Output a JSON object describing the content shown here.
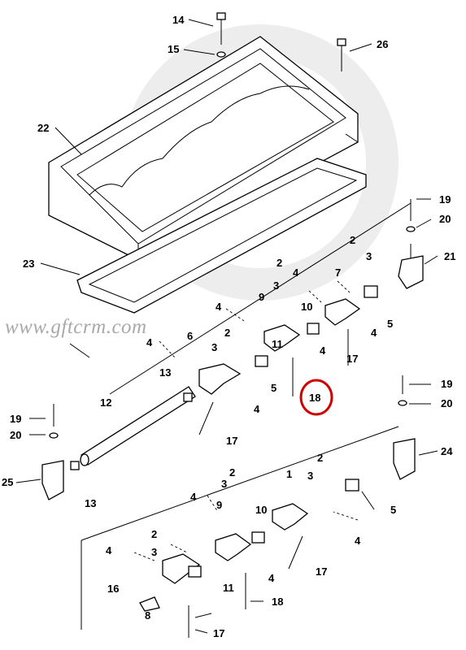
{
  "watermark": "www.gftcrm.com",
  "highlight_color": "#cc0000",
  "callouts": [
    {
      "id": "c14",
      "label": "14"
    },
    {
      "id": "c15",
      "label": "15"
    },
    {
      "id": "c26",
      "label": "26"
    },
    {
      "id": "c22",
      "label": "22"
    },
    {
      "id": "c19a",
      "label": "19"
    },
    {
      "id": "c20a",
      "label": "20"
    },
    {
      "id": "c21",
      "label": "21"
    },
    {
      "id": "c23",
      "label": "23"
    },
    {
      "id": "c2a",
      "label": "2"
    },
    {
      "id": "c3a",
      "label": "3"
    },
    {
      "id": "c7",
      "label": "7"
    },
    {
      "id": "c2b",
      "label": "2"
    },
    {
      "id": "c4a",
      "label": "4"
    },
    {
      "id": "c3b",
      "label": "3"
    },
    {
      "id": "c9a",
      "label": "9"
    },
    {
      "id": "c10a",
      "label": "10"
    },
    {
      "id": "c5a",
      "label": "5"
    },
    {
      "id": "c4b",
      "label": "4"
    },
    {
      "id": "c4c",
      "label": "4"
    },
    {
      "id": "c4d",
      "label": "4"
    },
    {
      "id": "c6",
      "label": "6"
    },
    {
      "id": "c2c",
      "label": "2"
    },
    {
      "id": "c3c",
      "label": "3"
    },
    {
      "id": "c11a",
      "label": "11"
    },
    {
      "id": "c17a",
      "label": "17"
    },
    {
      "id": "c4e",
      "label": "4"
    },
    {
      "id": "c5b",
      "label": "5"
    },
    {
      "id": "c13a",
      "label": "13"
    },
    {
      "id": "c18a",
      "label": "18"
    },
    {
      "id": "c19b",
      "label": "19"
    },
    {
      "id": "c20b",
      "label": "20"
    },
    {
      "id": "c12",
      "label": "12"
    },
    {
      "id": "c4f",
      "label": "4"
    },
    {
      "id": "c17b",
      "label": "17"
    },
    {
      "id": "c19c",
      "label": "19"
    },
    {
      "id": "c20c",
      "label": "20"
    },
    {
      "id": "c24",
      "label": "24"
    },
    {
      "id": "c25",
      "label": "25"
    },
    {
      "id": "c13b",
      "label": "13"
    },
    {
      "id": "c2d",
      "label": "2"
    },
    {
      "id": "c1",
      "label": "1"
    },
    {
      "id": "c3d",
      "label": "3"
    },
    {
      "id": "c4g",
      "label": "4"
    },
    {
      "id": "c3e",
      "label": "3"
    },
    {
      "id": "c2e",
      "label": "2"
    },
    {
      "id": "c5c",
      "label": "5"
    },
    {
      "id": "c9b",
      "label": "9"
    },
    {
      "id": "c10b",
      "label": "10"
    },
    {
      "id": "c4h",
      "label": "4"
    },
    {
      "id": "c2f",
      "label": "2"
    },
    {
      "id": "c3f",
      "label": "3"
    },
    {
      "id": "c4i",
      "label": "4"
    },
    {
      "id": "c17c",
      "label": "17"
    },
    {
      "id": "c16",
      "label": "16"
    },
    {
      "id": "c11b",
      "label": "11"
    },
    {
      "id": "c4j",
      "label": "4"
    },
    {
      "id": "c18b",
      "label": "18"
    },
    {
      "id": "c8",
      "label": "8"
    },
    {
      "id": "c17d",
      "label": "17"
    }
  ]
}
